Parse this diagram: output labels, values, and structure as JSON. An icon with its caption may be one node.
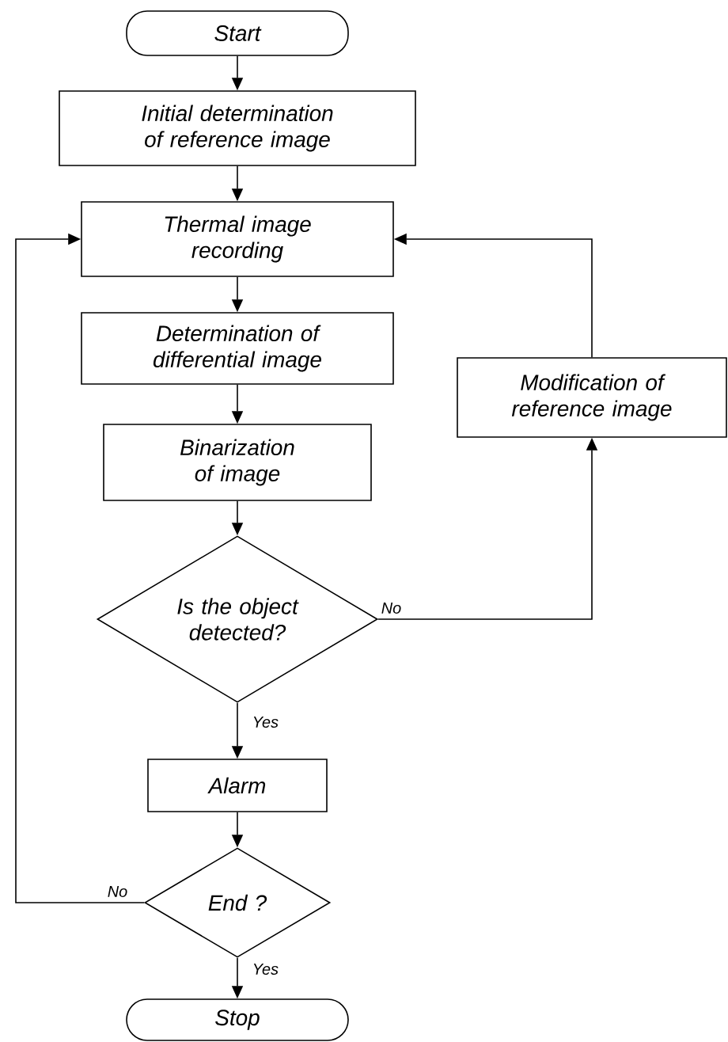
{
  "diagram": {
    "nodes": [
      {
        "text": [
          "Start"
        ]
      },
      {
        "text": [
          "Initial determination of reference image"
        ]
      },
      {
        "text": [
          "Thermal image recording"
        ]
      },
      {
        "text": [
          "Determination of differential image"
        ]
      },
      {
        "text": [
          "Binarization of image"
        ]
      },
      {
        "text": [
          "Is the object detected?"
        ]
      },
      {
        "text": [
          "Alarm"
        ]
      },
      {
        "text": [
          "End ?"
        ]
      },
      {
        "text": [
          "Stop"
        ]
      },
      {
        "text": [
          "Modification of reference image"
        ]
      }
    ],
    "edges": [
      {
        "from": 0,
        "to": 1,
        "arrow": "to"
      },
      {
        "from": 1,
        "to": 2,
        "arrow": "to"
      },
      {
        "from": 2,
        "to": 3,
        "arrow": "to"
      },
      {
        "from": 3,
        "to": 4,
        "arrow": "to"
      },
      {
        "from": 4,
        "to": 5,
        "arrow": "to"
      },
      {
        "from": 5,
        "to": 6,
        "arrow": "to",
        "label": "Yes"
      },
      {
        "from": 6,
        "to": 7,
        "arrow": "to"
      },
      {
        "from": 7,
        "to": 8,
        "arrow": "to",
        "label": "Yes"
      },
      {
        "from": 5,
        "to": 9,
        "arrow": "to",
        "label": "No"
      },
      {
        "from": 9,
        "to": 2,
        "arrow": "to"
      },
      {
        "from": 7,
        "to": 2,
        "arrow": "to",
        "label": "No"
      }
    ]
  }
}
